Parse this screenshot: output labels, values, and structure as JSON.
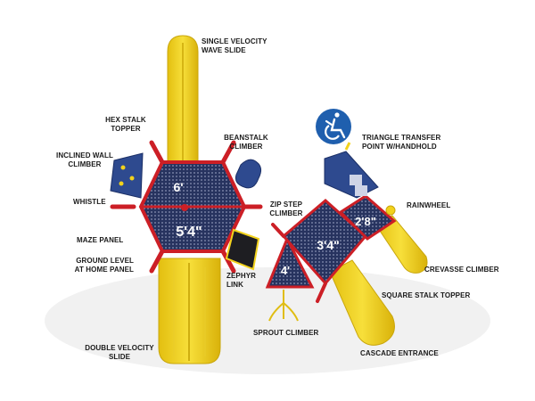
{
  "labels": {
    "single_velocity_wave_slide": "SINGLE VELOCITY\nWAVE SLIDE",
    "hex_stalk_topper": "HEX STALK\nTOPPER",
    "beanstalk_climber": "BEANSTALK\nCLIMBER",
    "inclined_wall_climber": "INCLINED WALL\nCLIMBER",
    "whistle": "WHISTLE",
    "maze_panel": "MAZE PANEL",
    "ground_level_at_home_panel": "GROUND LEVEL\nAT HOME PANEL",
    "double_velocity_slide": "DOUBLE VELOCITY\nSLIDE",
    "triangle_transfer_point": "TRIANGLE TRANSFER\nPOINT W/HANDHOLD",
    "zip_step_climber": "ZIP STEP\nCLIMBER",
    "rainwheel": "RAINWHEEL",
    "zephyr_link": "ZEPHYR\nLINK",
    "crevasse_climber": "CREVASSE CLIMBER",
    "square_stalk_topper": "SQUARE STALK TOPPER",
    "sprout_climber": "SPROUT CLIMBER",
    "cascade_entrance": "CASCADE ENTRANCE"
  },
  "decks": {
    "hex_upper": "6'",
    "hex_lower": "5'4\"",
    "square_mid": "3'4\"",
    "triangle_low": "4'",
    "square_right": "2'8\""
  },
  "colors": {
    "slide_yellow": "#f2d21c",
    "post_red": "#cc1f26",
    "deck_navy": "#25305e",
    "accessible_blue": "#1f5fae"
  },
  "icons": {
    "accessibility": "wheelchair-accessible-icon"
  }
}
